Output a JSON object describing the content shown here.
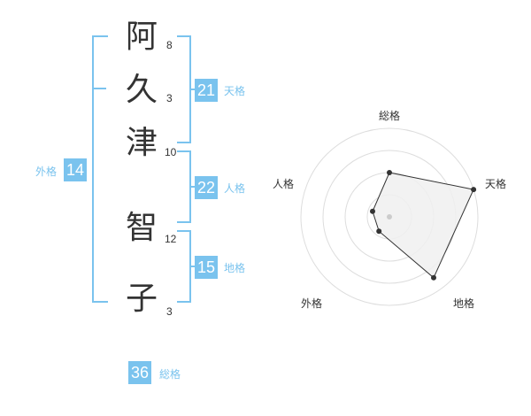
{
  "name_chars": [
    {
      "char": "阿",
      "strokes": "8"
    },
    {
      "char": "久",
      "strokes": "3"
    },
    {
      "char": "津",
      "strokes": "10"
    },
    {
      "char": "智",
      "strokes": "12"
    },
    {
      "char": "子",
      "strokes": "3"
    }
  ],
  "fortunes": {
    "tenkaku": {
      "value": "21",
      "label": "天格"
    },
    "jinkaku": {
      "value": "22",
      "label": "人格"
    },
    "chikaku": {
      "value": "15",
      "label": "地格"
    },
    "gaikaku": {
      "value": "14",
      "label": "外格"
    },
    "soukaku": {
      "value": "36",
      "label": "総格"
    }
  },
  "colors": {
    "accent": "#7ac3ee",
    "text": "#333333",
    "radar_fill": "#f0f0f0",
    "radar_grid": "#dddddd",
    "radar_line": "#333333"
  },
  "chart_data": {
    "type": "radar",
    "axes": [
      "総格",
      "天格",
      "地格",
      "外格",
      "人格"
    ],
    "values": [
      0.5,
      1.0,
      0.85,
      0.2,
      0.2
    ],
    "max": 1.0,
    "rings": 4
  }
}
